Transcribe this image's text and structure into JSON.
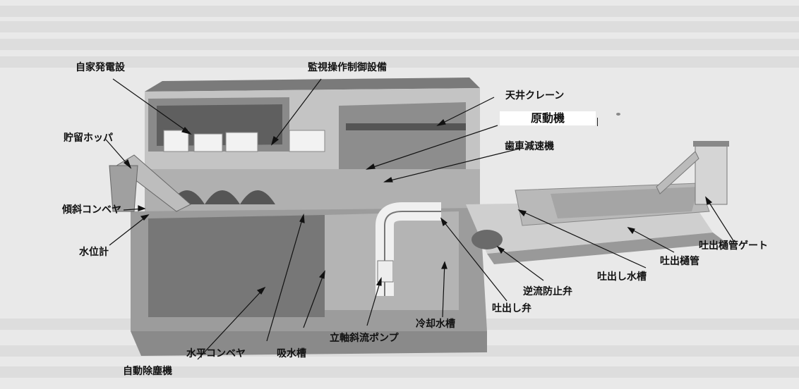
{
  "labels": {
    "jikahatsudensetsu": "自家発電設",
    "kanshisousa": "監視操作制御設備",
    "tenjou_crane": "天井クレーン",
    "gendouki": "原動機",
    "haguruma": "歯車減速機",
    "chouryuu_hopper": "貯留ホッパ",
    "keisha_conveyor": "傾斜コンベヤ",
    "suiikei": "水位計",
    "jidou_jojinki": "自動除塵機",
    "suihei_conveyor": "水平コンベヤ",
    "kyuusuisou": "吸水槽",
    "pump": "立軸斜流ポンプ",
    "reikyaku": "冷却水槽",
    "hakidashiben": "吐出し弁",
    "gyakuryuu": "逆流防止弁",
    "hakidashi_suisou": "吐出し水槽",
    "hakidashi_hikan": "吐出樋管",
    "hikan_gate": "吐出樋管ゲート"
  }
}
